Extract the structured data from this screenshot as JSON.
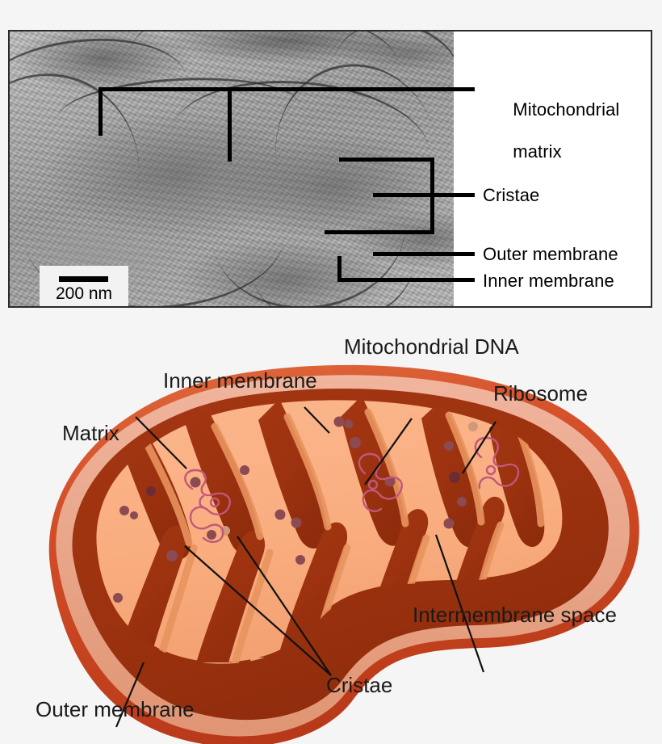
{
  "figure": {
    "title": "Mitochondrion structure figure",
    "background_color": "#f5f5f5"
  },
  "micrograph_panel": {
    "caption_labels": [
      {
        "id": "mitochondrial-matrix",
        "line1": "Mitochondrial",
        "line2": "matrix"
      },
      {
        "id": "cristae",
        "text": "Cristae"
      },
      {
        "id": "outer-membrane",
        "text": "Outer membrane"
      },
      {
        "id": "inner-membrane",
        "text": "Inner membrane"
      }
    ],
    "scale_bar": {
      "text": "200 nm",
      "value": 200,
      "unit": "nm"
    },
    "border_color": "#2b2b2b",
    "leader_color": "#000000"
  },
  "diagram": {
    "labels": [
      {
        "id": "mitochondrial-dna",
        "text": "Mitochondrial DNA"
      },
      {
        "id": "inner-membrane",
        "text": "Inner membrane"
      },
      {
        "id": "ribosome",
        "text": "Ribosome"
      },
      {
        "id": "matrix",
        "text": "Matrix"
      },
      {
        "id": "intermembrane-space",
        "text": "Intermembrane space"
      },
      {
        "id": "cristae",
        "text": "Cristae"
      },
      {
        "id": "outer-membrane",
        "text": "Outer membrane"
      }
    ],
    "colors": {
      "outer_membrane": "#d4502a",
      "outer_membrane_dark": "#c0411d",
      "outer_membrane_rim": "#e9a289",
      "intermembrane_space": "#9e3310",
      "matrix": "#f9ae81",
      "cristae_shadow": "#e8945f",
      "ribosome_dot": "#8c4a52",
      "dna_strand": "#c1577a",
      "leader_line": "#111111"
    }
  }
}
